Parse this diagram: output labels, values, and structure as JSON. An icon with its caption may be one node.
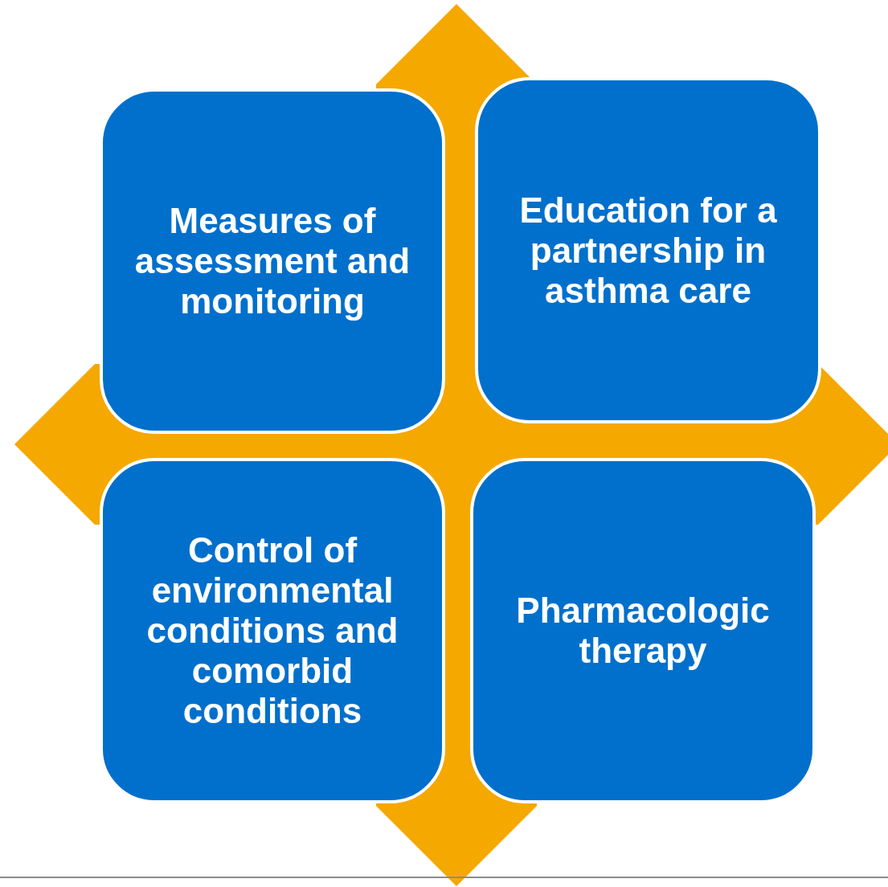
{
  "diagram": {
    "nodes": [
      {
        "text": [
          "Measures of assessment and monitoring"
        ]
      },
      {
        "text": [
          "Education for a partnership in asthma care"
        ]
      },
      {
        "text": [
          "Control of environmental conditions and comorbid conditions"
        ]
      },
      {
        "text": [
          "Pharmacologic therapy"
        ]
      }
    ]
  }
}
